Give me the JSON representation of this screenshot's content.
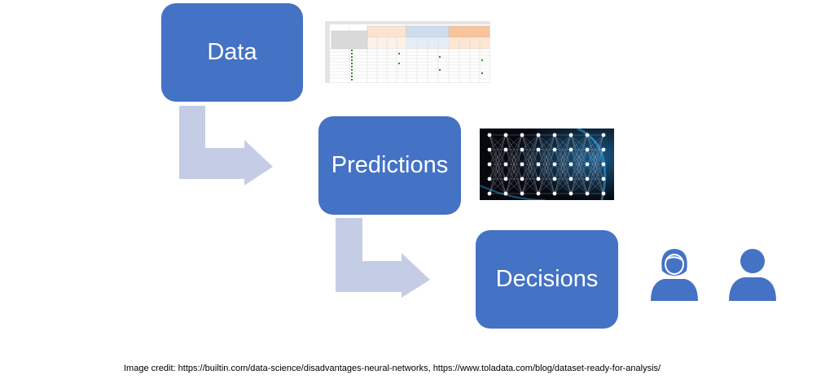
{
  "steps": {
    "data_label": "Data",
    "predictions_label": "Predictions",
    "decisions_label": "Decisions"
  },
  "credit": "Image credit: https://builtin.com/data-science/disadvantages-neural-networks, https://www.toladata.com/blog/dataset-ready-for-analysis/",
  "colors": {
    "box": "#4472c4",
    "arrow": "#c5cde6",
    "box_text": "#ffffff",
    "person": "#4472c4"
  },
  "icons": [
    "spreadsheet-thumbnail",
    "neural-network-thumbnail",
    "female-user-icon",
    "male-user-icon"
  ]
}
